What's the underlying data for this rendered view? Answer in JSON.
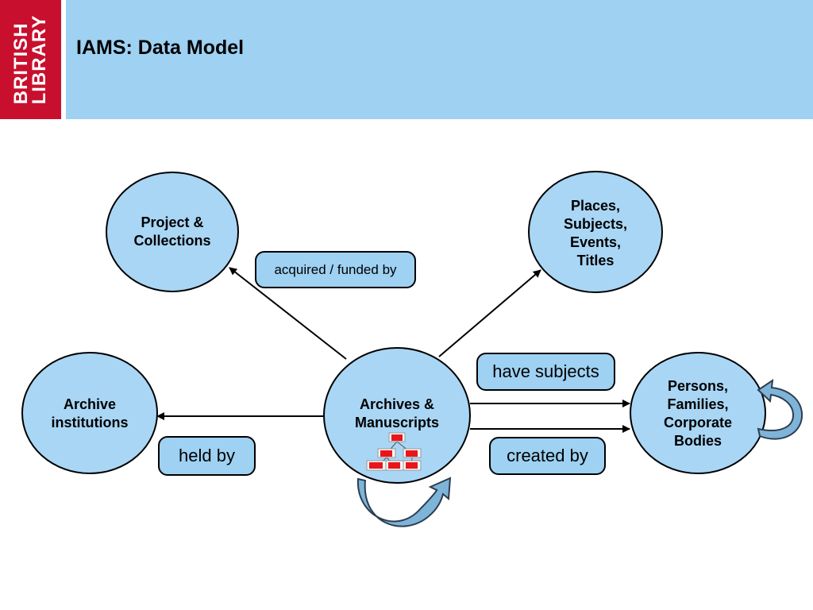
{
  "logo": {
    "lines": [
      "BRITISH",
      "LIBRARY"
    ]
  },
  "header": {
    "title": "IAMS: Data Model"
  },
  "colors": {
    "header_bg": "#9ed1f2",
    "logo_bg": "#c8102e",
    "node_fill": "#a9d6f5",
    "node_stroke": "#000000",
    "self_arrow": "#7fb4d9"
  },
  "nodes": {
    "project": [
      "Project &",
      "Collections"
    ],
    "places": [
      "Places,",
      "Subjects,",
      "Events,",
      "Titles"
    ],
    "archive_inst": [
      "Archive",
      "institutions"
    ],
    "archives_ms": [
      "Archives &",
      "Manuscripts"
    ],
    "persons": [
      "Persons,",
      "Families,",
      "Corporate",
      "Bodies"
    ]
  },
  "relations": {
    "acquired": "acquired / funded by",
    "have_subjects": "have subjects",
    "held_by": "held by",
    "created_by": "created by"
  }
}
